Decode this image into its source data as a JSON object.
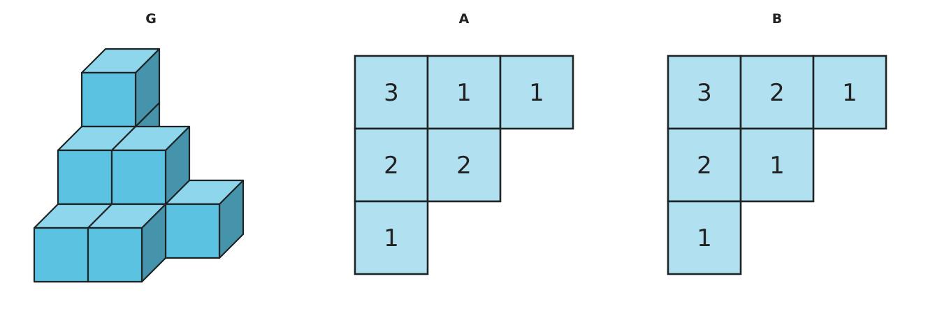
{
  "colors": {
    "cube_top": "#8dd6ec",
    "cube_front": "#5bc2e2",
    "cube_side": "#4694ac",
    "grid_cell": "#b1e1f0",
    "stroke": "#1e2426",
    "text": "#222222"
  },
  "figure": {
    "label": "G",
    "cubes": [
      {
        "x": 0,
        "y": 0,
        "z": 0
      },
      {
        "x": 1,
        "y": 0,
        "z": 0
      },
      {
        "x": 0,
        "y": 1,
        "z": 0
      },
      {
        "x": 0,
        "y": 1,
        "z": 1
      },
      {
        "x": 1,
        "y": 1,
        "z": 0
      },
      {
        "x": 1,
        "y": 1,
        "z": 1
      },
      {
        "x": 2,
        "y": 1,
        "z": 0
      },
      {
        "x": 0,
        "y": 2,
        "z": 0
      },
      {
        "x": 0,
        "y": 2,
        "z": 1
      },
      {
        "x": 0,
        "y": 2,
        "z": 2
      }
    ]
  },
  "options": [
    {
      "label": "A",
      "rows": [
        [
          3,
          1,
          1
        ],
        [
          2,
          2,
          null
        ],
        [
          1,
          null,
          null
        ]
      ]
    },
    {
      "label": "B",
      "rows": [
        [
          3,
          2,
          1
        ],
        [
          2,
          1,
          null
        ],
        [
          1,
          null,
          null
        ]
      ]
    }
  ]
}
